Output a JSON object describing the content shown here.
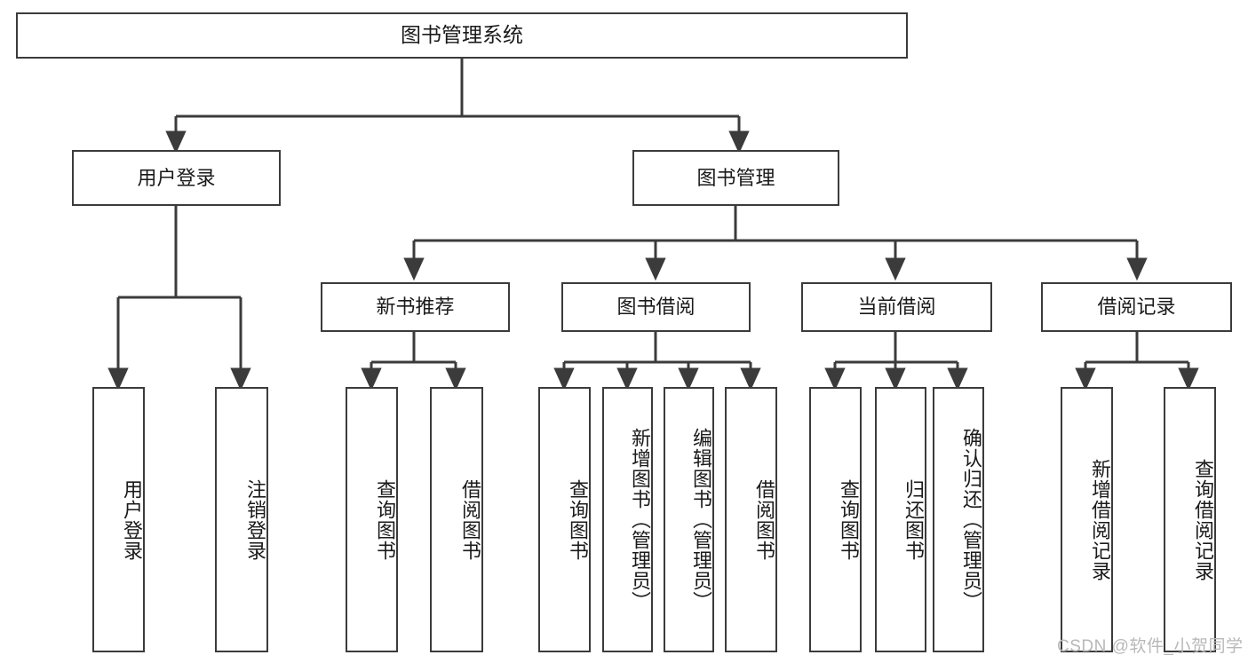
{
  "diagram": {
    "title": "图书管理系统",
    "type": "tree-hierarchy",
    "root": {
      "label": "图书管理系统"
    },
    "level1": [
      {
        "label": "用户登录"
      },
      {
        "label": "图书管理"
      }
    ],
    "level2": [
      {
        "label": "新书推荐"
      },
      {
        "label": "图书借阅"
      },
      {
        "label": "当前借阅"
      },
      {
        "label": "借阅记录"
      }
    ],
    "leaves": {
      "user_login": [
        {
          "label": "用户登录"
        },
        {
          "label": "注销登录"
        }
      ],
      "new_book_recommend": [
        {
          "label": "查询图书"
        },
        {
          "label": "借阅图书"
        }
      ],
      "book_borrow": [
        {
          "label": "查询图书"
        },
        {
          "label": "新增图书（管理员）"
        },
        {
          "label": "编辑图书（管理员）"
        },
        {
          "label": "借阅图书"
        }
      ],
      "current_borrow": [
        {
          "label": "查询图书"
        },
        {
          "label": "归还图书"
        },
        {
          "label": "确认归还（管理员）"
        }
      ],
      "borrow_record": [
        {
          "label": "新增借阅记录"
        },
        {
          "label": "查询借阅记录"
        }
      ]
    }
  },
  "watermark": {
    "text": "CSDN @软件_小贺同学"
  },
  "colors": {
    "border": "#3b3b3b",
    "background": "#ffffff",
    "text": "#1a1a1a",
    "watermark": "#b8b8b8"
  }
}
